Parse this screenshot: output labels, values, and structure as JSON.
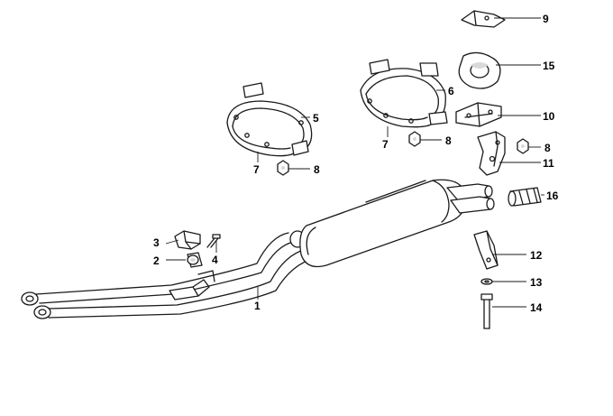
{
  "callouts": {
    "c1": "1",
    "c2": "2",
    "c3": "3",
    "c4": "4",
    "c5": "5",
    "c6": "6",
    "c7a": "7",
    "c7b": "7",
    "c8a": "8",
    "c8b": "8",
    "c8c": "8",
    "c9": "9",
    "c10": "10",
    "c11": "11",
    "c12": "12",
    "c13": "13",
    "c14": "14",
    "c15": "15",
    "c16": "16"
  },
  "colors": {
    "line": "#1a1a1a",
    "background": "#ffffff",
    "shade": "#d9d9d9"
  }
}
